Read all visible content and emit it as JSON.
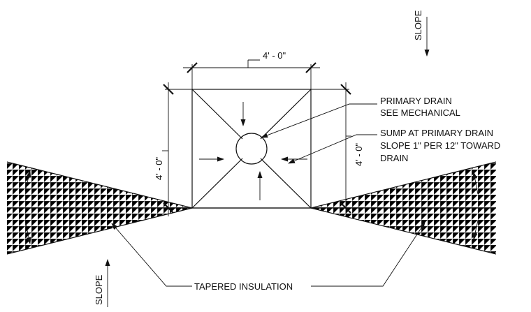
{
  "labels": {
    "slope_top": "SLOPE",
    "slope_bottom": "SLOPE",
    "dim_horizontal": "4' - 0\"",
    "dim_vertical_left": "4' - 0\"",
    "dim_vertical_right": "4' - 0\"",
    "primary_drain_line1": "PRIMARY DRAIN",
    "primary_drain_line2": "SEE MECHANICAL",
    "sump_line1": "SUMP AT PRIMARY DRAIN",
    "sump_line2": "SLOPE 1\" PER 12\" TOWARD",
    "sump_line3": "DRAIN",
    "tapered_insulation": "TAPERED INSULATION"
  }
}
